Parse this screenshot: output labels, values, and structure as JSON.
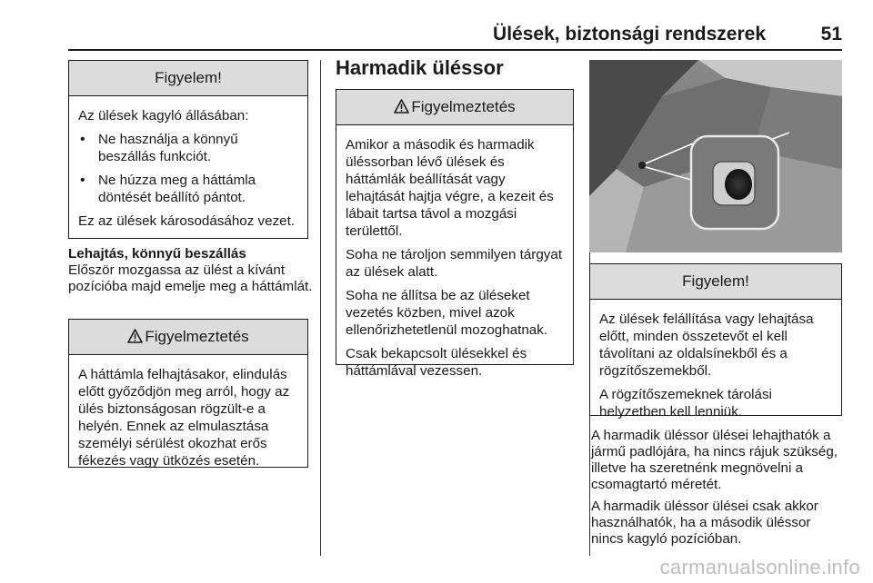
{
  "header": {
    "title": "Ülések, biztonsági rendszerek",
    "page": "51"
  },
  "col1": {
    "notice": {
      "heading": "Figyelem!",
      "intro": "Az ülések kagyló állásában:",
      "bullets": [
        "Ne használja a könnyű beszállás funkciót.",
        "Ne húzza meg a háttámla döntését beállító pántot."
      ],
      "outro": "Ez az ülések károsodásához vezet."
    },
    "subhead": "Lehajtás, könnyű beszállás",
    "body": "Először mozgassa az ülést a kívánt pozícióba majd emelje meg a háttámlát.",
    "warning": {
      "heading": "Figyelmeztetés",
      "text": "A háttámla felhajtásakor, elindulás előtt győződjön meg arról, hogy az ülés biztonságosan rögzült-e a helyén. Ennek az elmulasztása személyi sérülést okozhat erős fékezés vagy ütközés esetén."
    }
  },
  "col2": {
    "title": "Harmadik üléssor",
    "warning": {
      "heading": "Figyelmeztetés",
      "paragraphs": [
        "Amikor a második és harmadik üléssorban lévő ülések és háttámlák beállítását vagy lehajtását hajtja végre, a kezeit és lábait tartsa távol a mozgási területtől.",
        "Soha ne tároljon semmilyen tárgyat az ülések alatt.",
        "Soha ne állítsa be az üléseket vezetés közben, mivel azok ellenőrizhetetlenül mozoghatnak.",
        "Csak bekapcsolt ülésekkel és háttámlával vezessen."
      ]
    }
  },
  "col3": {
    "notice": {
      "heading": "Figyelem!",
      "paragraphs": [
        "Az ülések felállítása vagy lehajtása előtt, minden összetevőt el kell távolítani az oldalsínekből és a rögzítőszemekből.",
        "A rögzítőszemeknek tárolási helyzetben kell lenniük."
      ]
    },
    "paragraphs": [
      "A harmadik üléssor ülései lehajthatók a jármű padlójára, ha nincs rájuk szükség, illetve ha szeretnénk megnövelni a csomagtartó méretét.",
      "A harmadik üléssor ülései csak akkor használhatók, ha a második üléssor nincs kagyló pozícióban."
    ]
  },
  "footer": {
    "watermark": "carmanualsonline.info"
  },
  "icons": {
    "warning": "warning-triangle-icon"
  },
  "colors": {
    "box_header": "#dcdcdc",
    "text": "#1a1a1a",
    "watermark": "#bdbdbd"
  }
}
